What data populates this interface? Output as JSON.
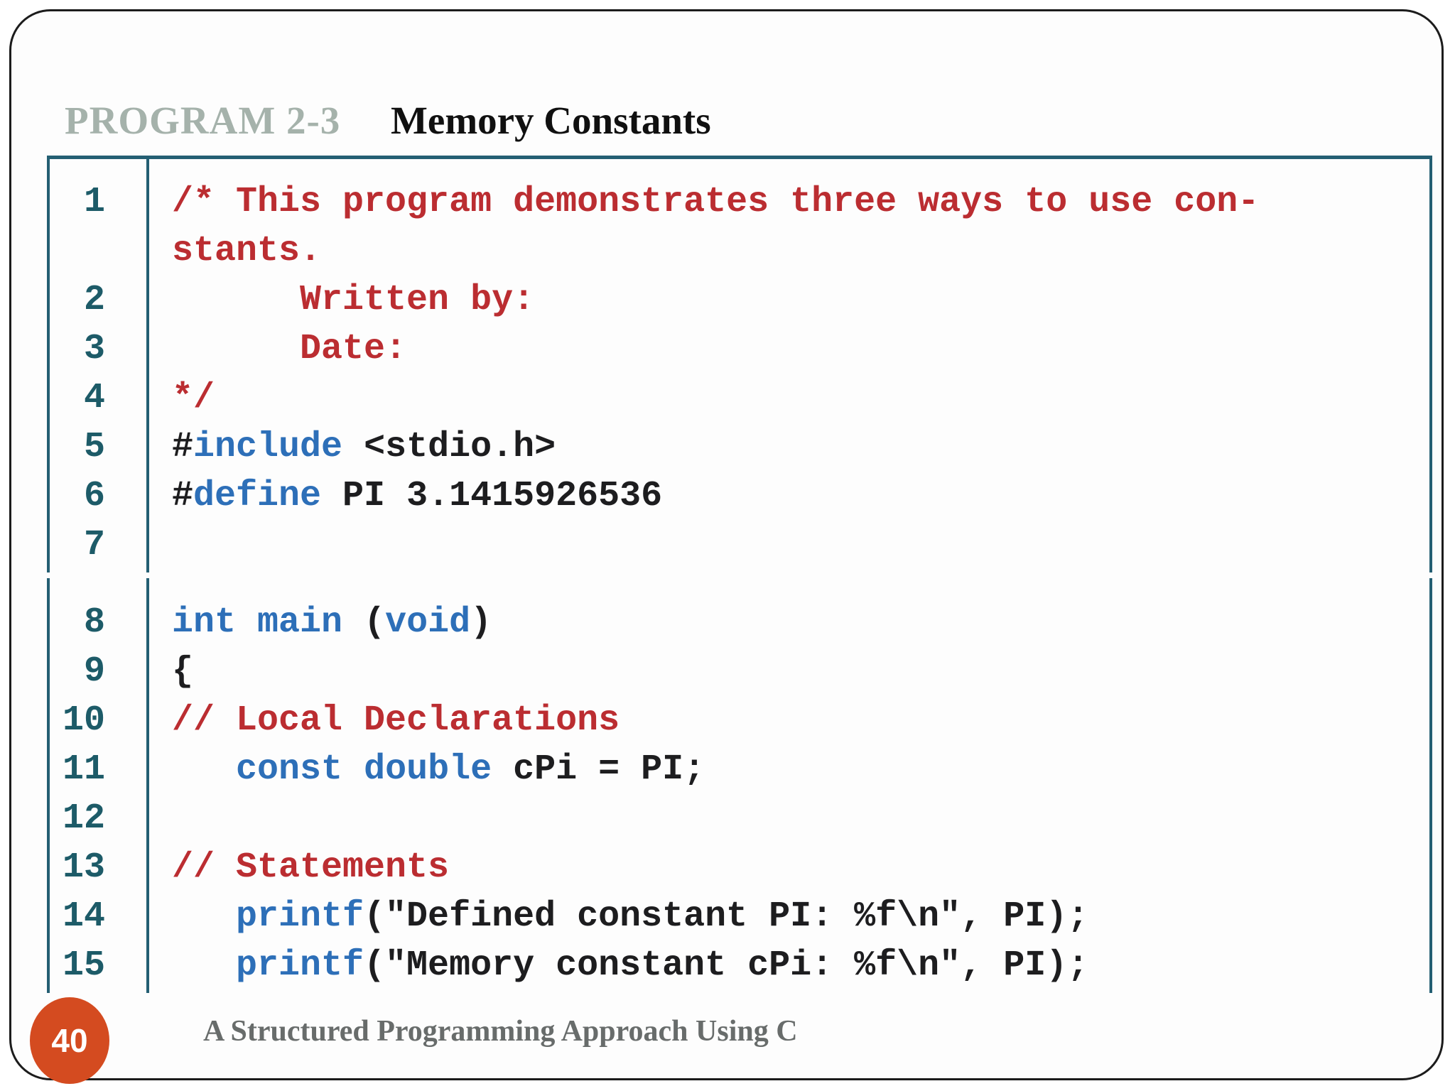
{
  "header": {
    "program_label": "PROGRAM 2-3",
    "title": "Memory Constants"
  },
  "footer": {
    "page_number": "40",
    "book_title": "A Structured Programming Approach Using C"
  },
  "colors": {
    "teal_border": "#245f73",
    "teal_number": "#1d5b68",
    "comment": "#bb2d31",
    "keyword": "#2d6fb8",
    "code_plain": "#1d1d1f",
    "title_sage": "#a5b2ab",
    "title_black": "#101010",
    "footer_gray": "#686c6b",
    "badge_orange": "#d44b20",
    "slide_bg": "#fdfdfd",
    "page_bg": "#ffffff"
  },
  "code": {
    "language": "c",
    "sections": [
      {
        "rows": [
          {
            "num": "1",
            "segments": [
              [
                "comment",
                "/* This program demonstrates three ways to use con-"
              ]
            ]
          },
          {
            "num": "",
            "segments": [
              [
                "comment",
                "stants."
              ]
            ]
          },
          {
            "num": "2",
            "segments": [
              [
                "comment",
                "      Written by:"
              ]
            ]
          },
          {
            "num": "3",
            "segments": [
              [
                "comment",
                "      Date:"
              ]
            ]
          },
          {
            "num": "4",
            "segments": [
              [
                "comment",
                "*/"
              ]
            ]
          },
          {
            "num": "5",
            "segments": [
              [
                "plain",
                "#"
              ],
              [
                "keyword",
                "include"
              ],
              [
                "plain",
                " <stdio.h>"
              ]
            ]
          },
          {
            "num": "6",
            "segments": [
              [
                "plain",
                "#"
              ],
              [
                "keyword",
                "define"
              ],
              [
                "plain",
                " PI 3.1415926536"
              ]
            ]
          },
          {
            "num": "7",
            "segments": []
          }
        ]
      },
      {
        "rows": [
          {
            "num": "8",
            "segments": [
              [
                "keyword",
                "int"
              ],
              [
                "plain",
                " "
              ],
              [
                "keyword",
                "main"
              ],
              [
                "plain",
                " ("
              ],
              [
                "keyword",
                "void"
              ],
              [
                "plain",
                ")"
              ]
            ]
          },
          {
            "num": "9",
            "segments": [
              [
                "plain",
                "{"
              ]
            ]
          },
          {
            "num": "10",
            "segments": [
              [
                "comment",
                "// Local Declarations"
              ]
            ]
          },
          {
            "num": "11",
            "segments": [
              [
                "plain",
                "   "
              ],
              [
                "keyword",
                "const"
              ],
              [
                "plain",
                " "
              ],
              [
                "keyword",
                "double"
              ],
              [
                "plain",
                " cPi = PI;"
              ]
            ]
          },
          {
            "num": "12",
            "segments": []
          },
          {
            "num": "13",
            "segments": [
              [
                "comment",
                "// Statements"
              ]
            ]
          },
          {
            "num": "14",
            "segments": [
              [
                "plain",
                "   "
              ],
              [
                "keyword",
                "printf"
              ],
              [
                "plain",
                "(\"Defined constant PI: %f\\n\", PI);"
              ]
            ]
          },
          {
            "num": "15",
            "segments": [
              [
                "plain",
                "   "
              ],
              [
                "keyword",
                "printf"
              ],
              [
                "plain",
                "(\"Memory constant cPi: %f\\n\", PI);"
              ]
            ]
          }
        ]
      }
    ]
  }
}
